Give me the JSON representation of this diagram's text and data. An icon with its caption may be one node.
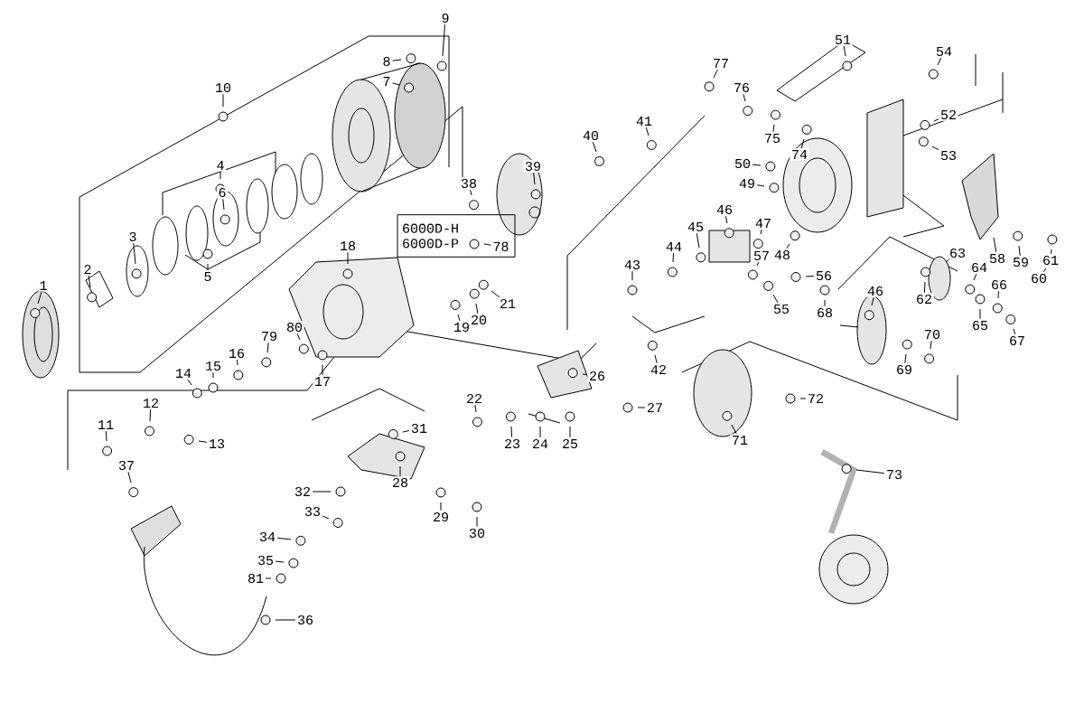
{
  "diagram": {
    "nodes": [
      {
        "text": [
          "6000D-H",
          "6000D-P"
        ]
      },
      {
        "text": [
          "1"
        ]
      },
      {
        "text": [
          "2"
        ]
      },
      {
        "text": [
          "3"
        ]
      },
      {
        "text": [
          "4"
        ]
      },
      {
        "text": [
          "5"
        ]
      },
      {
        "text": [
          "6"
        ]
      },
      {
        "text": [
          "7"
        ]
      },
      {
        "text": [
          "8"
        ]
      },
      {
        "text": [
          "9"
        ]
      },
      {
        "text": [
          "10"
        ]
      },
      {
        "text": [
          "11"
        ]
      },
      {
        "text": [
          "12"
        ]
      },
      {
        "text": [
          "13"
        ]
      },
      {
        "text": [
          "14"
        ]
      },
      {
        "text": [
          "15"
        ]
      },
      {
        "text": [
          "16"
        ]
      },
      {
        "text": [
          "17"
        ]
      },
      {
        "text": [
          "18"
        ]
      },
      {
        "text": [
          "19"
        ]
      },
      {
        "text": [
          "20"
        ]
      },
      {
        "text": [
          "21"
        ]
      },
      {
        "text": [
          "22"
        ]
      },
      {
        "text": [
          "23"
        ]
      },
      {
        "text": [
          "24"
        ]
      },
      {
        "text": [
          "25"
        ]
      },
      {
        "text": [
          "26"
        ]
      },
      {
        "text": [
          "27"
        ]
      },
      {
        "text": [
          "28"
        ]
      },
      {
        "text": [
          "29"
        ]
      },
      {
        "text": [
          "30"
        ]
      },
      {
        "text": [
          "31"
        ]
      },
      {
        "text": [
          "32"
        ]
      },
      {
        "text": [
          "33"
        ]
      },
      {
        "text": [
          "34"
        ]
      },
      {
        "text": [
          "35"
        ]
      },
      {
        "text": [
          "36"
        ]
      },
      {
        "text": [
          "37"
        ]
      },
      {
        "text": [
          "38"
        ]
      },
      {
        "text": [
          "39"
        ]
      },
      {
        "text": [
          "40"
        ]
      },
      {
        "text": [
          "41"
        ]
      },
      {
        "text": [
          "42"
        ]
      },
      {
        "text": [
          "43"
        ]
      },
      {
        "text": [
          "44"
        ]
      },
      {
        "text": [
          "45"
        ]
      },
      {
        "text": [
          "46"
        ]
      },
      {
        "text": [
          "47"
        ]
      },
      {
        "text": [
          "48"
        ]
      },
      {
        "text": [
          "49"
        ]
      },
      {
        "text": [
          "50"
        ]
      },
      {
        "text": [
          "51"
        ]
      },
      {
        "text": [
          "52"
        ]
      },
      {
        "text": [
          "53"
        ]
      },
      {
        "text": [
          "54"
        ]
      },
      {
        "text": [
          "55"
        ]
      },
      {
        "text": [
          "56"
        ]
      },
      {
        "text": [
          "57"
        ]
      },
      {
        "text": [
          "58"
        ]
      },
      {
        "text": [
          "59"
        ]
      },
      {
        "text": [
          "60"
        ]
      },
      {
        "text": [
          "61"
        ]
      },
      {
        "text": [
          "62"
        ]
      },
      {
        "text": [
          "63"
        ]
      },
      {
        "text": [
          "64"
        ]
      },
      {
        "text": [
          "65"
        ]
      },
      {
        "text": [
          "66"
        ]
      },
      {
        "text": [
          "67"
        ]
      },
      {
        "text": [
          "68"
        ]
      },
      {
        "text": [
          "69"
        ]
      },
      {
        "text": [
          "70"
        ]
      },
      {
        "text": [
          "71"
        ]
      },
      {
        "text": [
          "72"
        ]
      },
      {
        "text": [
          "73"
        ]
      },
      {
        "text": [
          "74"
        ]
      },
      {
        "text": [
          "75"
        ]
      },
      {
        "text": [
          "76"
        ]
      },
      {
        "text": [
          "77"
        ]
      },
      {
        "text": [
          "78"
        ],
        "in": 0
      },
      {
        "text": [
          "79"
        ]
      },
      {
        "text": [
          "80"
        ]
      },
      {
        "text": [
          "81"
        ]
      },
      {
        "text": [
          "46"
        ]
      }
    ],
    "edges": [
      {
        "from": 1,
        "to": null,
        "arrow": "none"
      },
      {
        "from": 2,
        "to": null,
        "arrow": "none"
      },
      {
        "from": 3,
        "to": null,
        "arrow": "none"
      },
      {
        "from": 4,
        "to": null,
        "arrow": "none"
      },
      {
        "from": 5,
        "to": null,
        "arrow": "none"
      },
      {
        "from": 6,
        "to": null,
        "arrow": "none"
      },
      {
        "from": 7,
        "to": null,
        "arrow": "none"
      },
      {
        "from": 8,
        "to": null,
        "arrow": "none"
      },
      {
        "from": 9,
        "to": null,
        "arrow": "none"
      },
      {
        "from": 10,
        "to": null,
        "arrow": "none"
      },
      {
        "from": 11,
        "to": null,
        "arrow": "none"
      },
      {
        "from": 12,
        "to": null,
        "arrow": "none"
      },
      {
        "from": 13,
        "to": null,
        "arrow": "none"
      },
      {
        "from": 14,
        "to": null,
        "arrow": "none"
      },
      {
        "from": 15,
        "to": null,
        "arrow": "none"
      },
      {
        "from": 16,
        "to": null,
        "arrow": "none"
      },
      {
        "from": 17,
        "to": null,
        "arrow": "none"
      },
      {
        "from": 18,
        "to": null,
        "arrow": "none"
      },
      {
        "from": 19,
        "to": null,
        "arrow": "none"
      },
      {
        "from": 20,
        "to": null,
        "arrow": "none"
      },
      {
        "from": 21,
        "to": null,
        "arrow": "none"
      },
      {
        "from": 22,
        "to": null,
        "arrow": "none"
      },
      {
        "from": 23,
        "to": null,
        "arrow": "none"
      },
      {
        "from": 24,
        "to": null,
        "arrow": "none"
      },
      {
        "from": 25,
        "to": null,
        "arrow": "none"
      },
      {
        "from": 26,
        "to": null,
        "arrow": "none"
      },
      {
        "from": 27,
        "to": null,
        "arrow": "none"
      },
      {
        "from": 28,
        "to": null,
        "arrow": "none"
      },
      {
        "from": 29,
        "to": null,
        "arrow": "none"
      },
      {
        "from": 30,
        "to": null,
        "arrow": "none"
      },
      {
        "from": 31,
        "to": null,
        "arrow": "none"
      },
      {
        "from": 32,
        "to": null,
        "arrow": "none"
      },
      {
        "from": 33,
        "to": null,
        "arrow": "none"
      },
      {
        "from": 34,
        "to": null,
        "arrow": "none"
      },
      {
        "from": 35,
        "to": null,
        "arrow": "none"
      },
      {
        "from": 36,
        "to": null,
        "arrow": "none"
      },
      {
        "from": 37,
        "to": null,
        "arrow": "none"
      },
      {
        "from": 38,
        "to": null,
        "arrow": "none"
      },
      {
        "from": 39,
        "to": null,
        "arrow": "none"
      },
      {
        "from": 40,
        "to": null,
        "arrow": "none"
      },
      {
        "from": 41,
        "to": null,
        "arrow": "none"
      },
      {
        "from": 42,
        "to": null,
        "arrow": "none"
      },
      {
        "from": 43,
        "to": null,
        "arrow": "none"
      },
      {
        "from": 44,
        "to": null,
        "arrow": "none"
      },
      {
        "from": 45,
        "to": null,
        "arrow": "none"
      },
      {
        "from": 46,
        "to": null,
        "arrow": "none"
      },
      {
        "from": 47,
        "to": null,
        "arrow": "none"
      },
      {
        "from": 48,
        "to": null,
        "arrow": "none"
      },
      {
        "from": 49,
        "to": null,
        "arrow": "none"
      },
      {
        "from": 50,
        "to": null,
        "arrow": "none"
      },
      {
        "from": 51,
        "to": null,
        "arrow": "none"
      },
      {
        "from": 52,
        "to": null,
        "arrow": "none"
      },
      {
        "from": 53,
        "to": null,
        "arrow": "none"
      },
      {
        "from": 54,
        "to": null,
        "arrow": "none"
      },
      {
        "from": 55,
        "to": null,
        "arrow": "none"
      },
      {
        "from": 56,
        "to": null,
        "arrow": "none"
      },
      {
        "from": 57,
        "to": null,
        "arrow": "none"
      },
      {
        "from": 58,
        "to": null,
        "arrow": "none"
      },
      {
        "from": 59,
        "to": null,
        "arrow": "none"
      },
      {
        "from": 60,
        "to": null,
        "arrow": "none"
      },
      {
        "from": 61,
        "to": null,
        "arrow": "none"
      },
      {
        "from": 62,
        "to": null,
        "arrow": "none"
      },
      {
        "from": 63,
        "to": null,
        "arrow": "none"
      },
      {
        "from": 64,
        "to": null,
        "arrow": "none"
      },
      {
        "from": 65,
        "to": null,
        "arrow": "none"
      },
      {
        "from": 66,
        "to": null,
        "arrow": "none"
      },
      {
        "from": 67,
        "to": null,
        "arrow": "none"
      },
      {
        "from": 68,
        "to": null,
        "arrow": "none"
      },
      {
        "from": 69,
        "to": null,
        "arrow": "none"
      },
      {
        "from": 70,
        "to": null,
        "arrow": "none"
      },
      {
        "from": 71,
        "to": null,
        "arrow": "none"
      },
      {
        "from": 72,
        "to": null,
        "arrow": "none"
      },
      {
        "from": 73,
        "to": null,
        "arrow": "none"
      },
      {
        "from": 74,
        "to": null,
        "arrow": "none"
      },
      {
        "from": 75,
        "to": null,
        "arrow": "none"
      },
      {
        "from": 76,
        "to": null,
        "arrow": "none"
      },
      {
        "from": 77,
        "to": null,
        "arrow": "none"
      },
      {
        "from": 78,
        "to": null,
        "arrow": "none"
      },
      {
        "from": 79,
        "to": null,
        "arrow": "none"
      },
      {
        "from": 80,
        "to": null,
        "arrow": "none"
      },
      {
        "from": 81,
        "to": null,
        "arrow": "none"
      },
      {
        "from": 82,
        "to": null,
        "arrow": "none"
      }
    ]
  }
}
